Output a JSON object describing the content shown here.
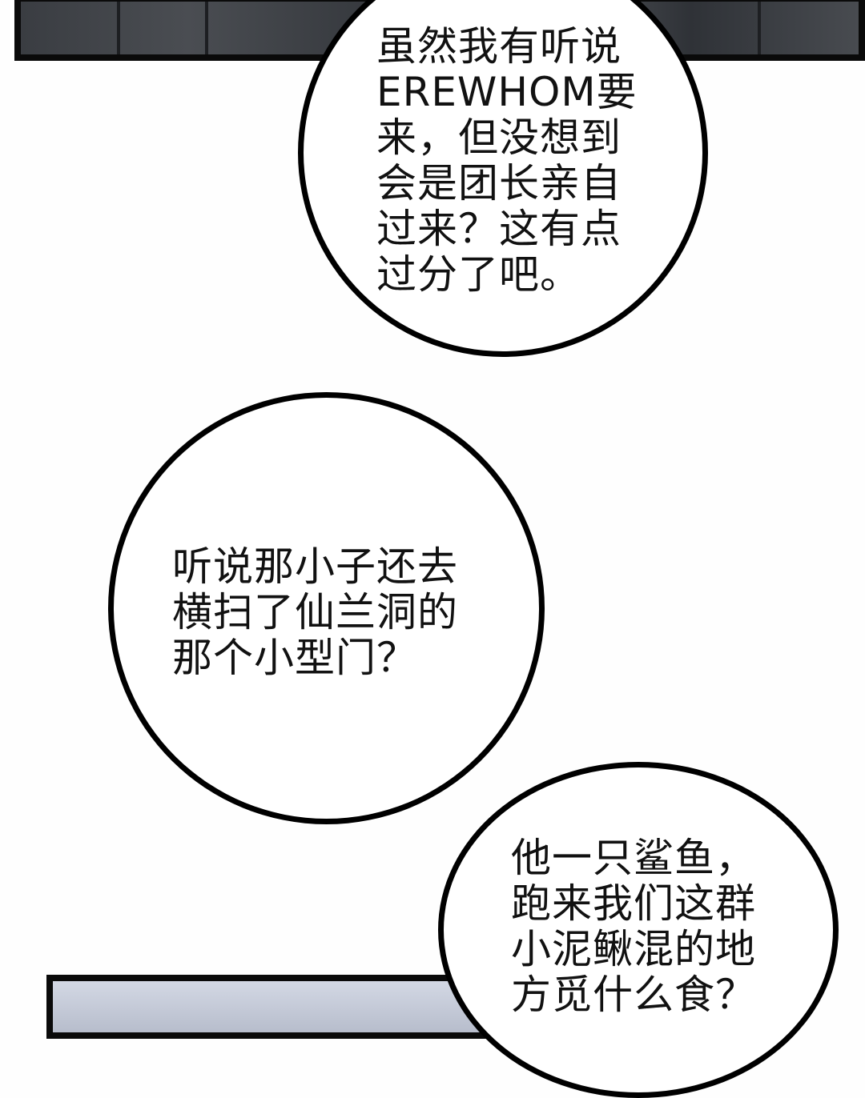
{
  "bubbles": [
    {
      "text": "虽然我有听说\nEREWHOM要\n来，但没想到\n会是团长亲自\n过来？这有点\n过分了吧。"
    },
    {
      "text": "听说那小子还去\n横扫了仙兰洞的\n那个小型门？"
    },
    {
      "text": "他一只鲨鱼，\n跑来我们这群\n小泥鳅混的地\n方觅什么食？"
    }
  ]
}
